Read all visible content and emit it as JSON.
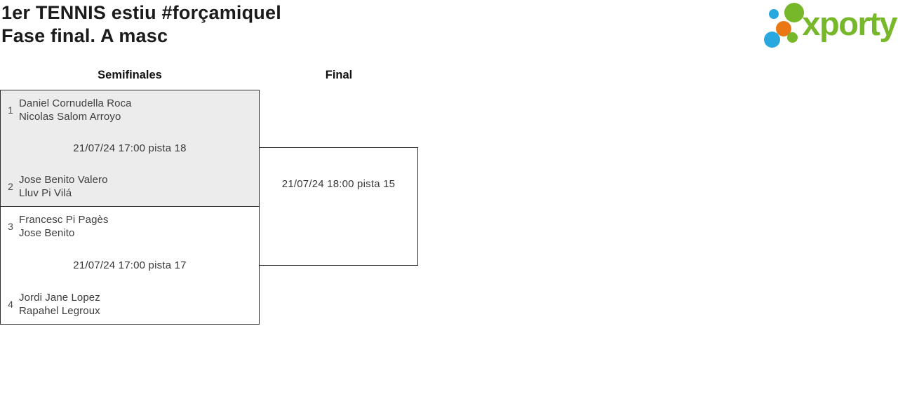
{
  "header": {
    "title_line1": "1er TENNIS estiu #forçamiquel",
    "title_line2": "Fase final. A masc"
  },
  "logo": {
    "wordmark": "xporty"
  },
  "colors": {
    "accent_green": "#76b82a",
    "dot_blue": "#29a8e0",
    "dot_orange": "#e87714",
    "match_highlight": "#ececec",
    "border_color": "#2e2e2e"
  },
  "bracket": {
    "rounds": [
      {
        "label": "Semifinales"
      },
      {
        "label": "Final"
      }
    ],
    "matches": [
      {
        "round": "Semifinales",
        "schedule": "21/07/24 17:00 pista 18",
        "teams": [
          {
            "seed": "1",
            "players": [
              "Daniel Cornudella Roca",
              "Nicolas Salom Arroyo"
            ]
          },
          {
            "seed": "2",
            "players": [
              "Jose Benito Valero",
              "Lluv Pi Vilá"
            ]
          }
        ]
      },
      {
        "round": "Semifinales",
        "schedule": "21/07/24 17:00 pista 17",
        "teams": [
          {
            "seed": "3",
            "players": [
              "Francesc Pi Pagès",
              "Jose Benito"
            ]
          },
          {
            "seed": "4",
            "players": [
              "Jordi Jane Lopez",
              "Rapahel Legroux"
            ]
          }
        ]
      },
      {
        "round": "Final",
        "schedule": "21/07/24 18:00 pista 15",
        "teams": []
      }
    ]
  }
}
